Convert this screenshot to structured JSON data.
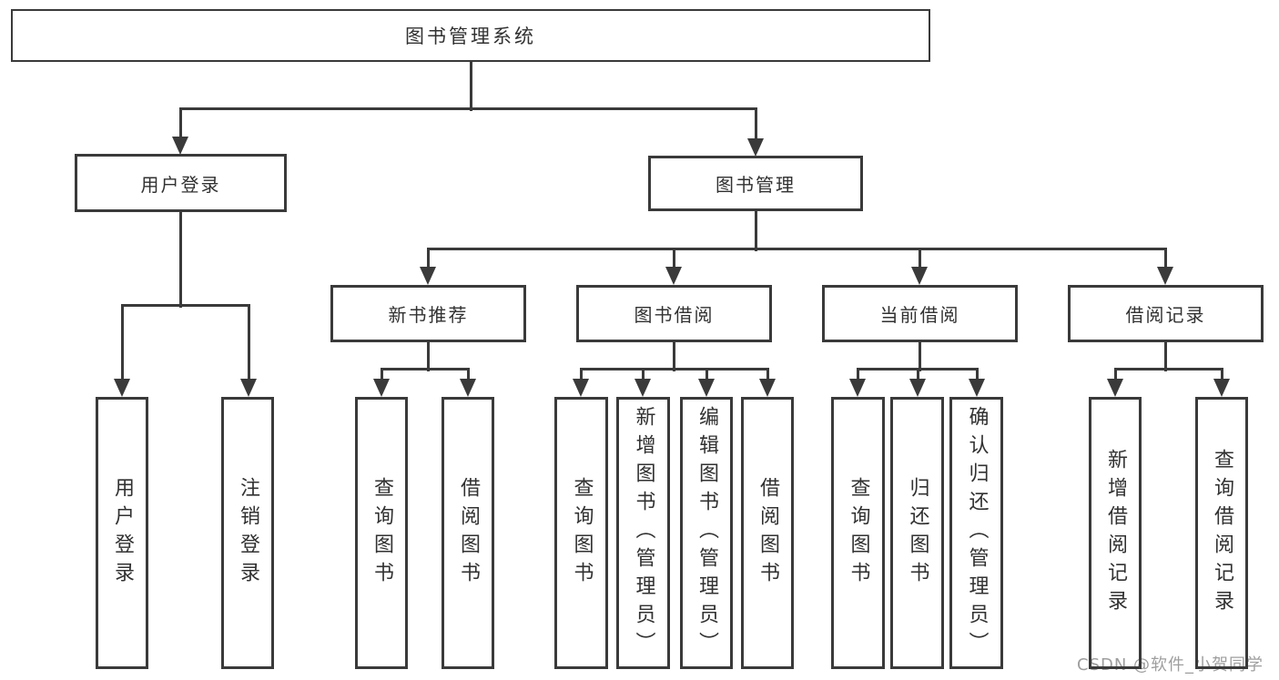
{
  "diagram_title": "图书管理系统",
  "tree": {
    "label": "图书管理系统",
    "children": [
      {
        "label": "用户登录",
        "children": [
          {
            "label": "用户登录"
          },
          {
            "label": "注销登录"
          }
        ]
      },
      {
        "label": "图书管理",
        "children": [
          {
            "label": "新书推荐",
            "children": [
              {
                "label": "查询图书"
              },
              {
                "label": "借阅图书"
              }
            ]
          },
          {
            "label": "图书借阅",
            "children": [
              {
                "label": "查询图书"
              },
              {
                "label": "新增图书（管理员）"
              },
              {
                "label": "编辑图书（管理员）"
              },
              {
                "label": "借阅图书"
              }
            ]
          },
          {
            "label": "当前借阅",
            "children": [
              {
                "label": "查询图书"
              },
              {
                "label": "归还图书"
              },
              {
                "label": "确认归还（管理员）"
              }
            ]
          },
          {
            "label": "借阅记录",
            "children": [
              {
                "label": "新增借阅记录"
              },
              {
                "label": "查询借阅记录"
              }
            ]
          }
        ]
      }
    ]
  },
  "watermark": {
    "text": "CSDN @软件_小贺同学",
    "color": "#9e9e9e"
  },
  "colors": {
    "background": "#ffffff",
    "line": "#3a3a3a",
    "text": "#313131"
  }
}
